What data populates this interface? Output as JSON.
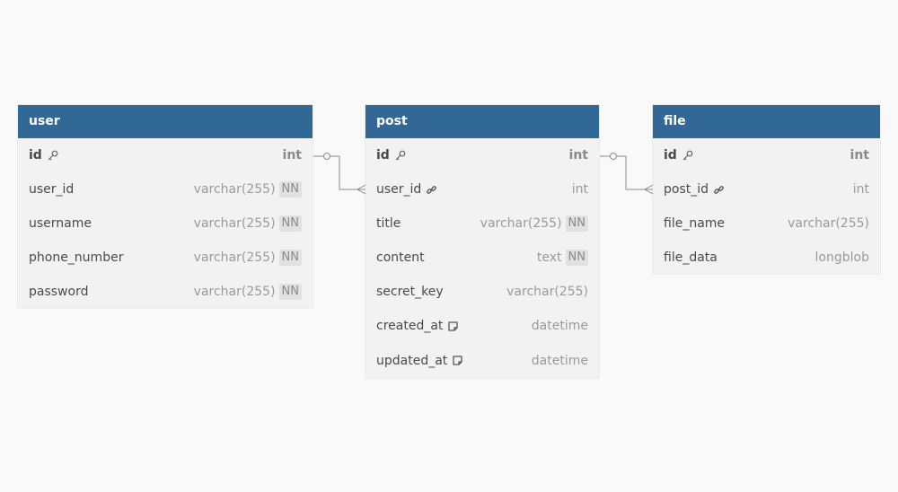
{
  "tables": {
    "user": {
      "name": "user",
      "columns": [
        {
          "name": "id",
          "type": "int",
          "nn": "",
          "pk": true
        },
        {
          "name": "user_id",
          "type": "varchar(255)",
          "nn": "NN"
        },
        {
          "name": "username",
          "type": "varchar(255)",
          "nn": "NN"
        },
        {
          "name": "phone_number",
          "type": "varchar(255)",
          "nn": "NN"
        },
        {
          "name": "password",
          "type": "varchar(255)",
          "nn": "NN"
        }
      ]
    },
    "post": {
      "name": "post",
      "columns": [
        {
          "name": "id",
          "type": "int",
          "nn": "",
          "pk": true
        },
        {
          "name": "user_id",
          "type": "int",
          "nn": "",
          "fk": true
        },
        {
          "name": "title",
          "type": "varchar(255)",
          "nn": "NN"
        },
        {
          "name": "content",
          "type": "text",
          "nn": "NN"
        },
        {
          "name": "secret_key",
          "type": "varchar(255)",
          "nn": ""
        },
        {
          "name": "created_at",
          "type": "datetime",
          "nn": "",
          "note": true
        },
        {
          "name": "updated_at",
          "type": "datetime",
          "nn": "",
          "note": true
        }
      ]
    },
    "file": {
      "name": "file",
      "columns": [
        {
          "name": "id",
          "type": "int",
          "nn": "",
          "pk": true
        },
        {
          "name": "post_id",
          "type": "int",
          "nn": "",
          "fk": true
        },
        {
          "name": "file_name",
          "type": "varchar(255)",
          "nn": ""
        },
        {
          "name": "file_data",
          "type": "longblob",
          "nn": ""
        }
      ]
    }
  },
  "relationships": [
    {
      "from": "user.id",
      "to": "post.user_id",
      "type": "one-to-many"
    },
    {
      "from": "post.id",
      "to": "file.post_id",
      "type": "one-to-many"
    }
  ],
  "colors": {
    "header": "#316896",
    "body": "#f2f2f2",
    "background": "#f9f9f9",
    "connector": "#8a8a8a"
  },
  "icons": {
    "primary_key": "key-icon",
    "foreign_key": "link-icon",
    "note": "note-icon"
  }
}
